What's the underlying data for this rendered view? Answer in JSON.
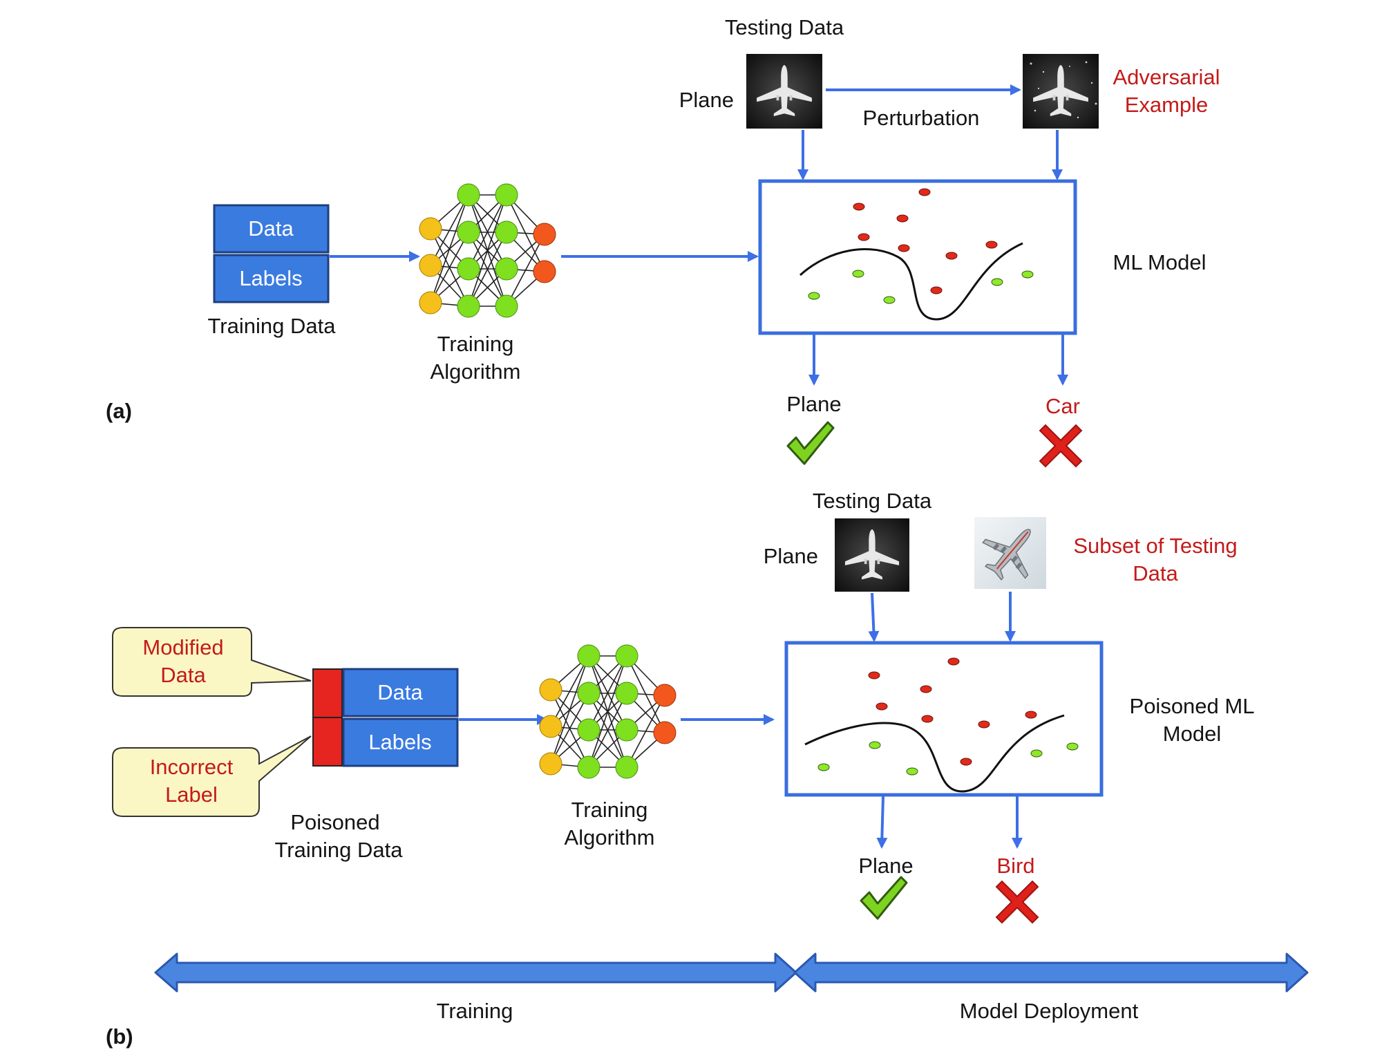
{
  "colors": {
    "arrow": "#3d6fe6",
    "box_fill": "#3a7be0",
    "model_border": "#3a6ee0",
    "red_text": "#c41a1a",
    "node_input": "#f5c01a",
    "node_hidden": "#7ee01e",
    "node_output": "#f2581e",
    "point_red": "#e02a1a",
    "point_green": "#8fe82a",
    "callout_fill": "#fbf7c4",
    "poison_fill": "#e62420",
    "check_green": "#7ed321",
    "cross_red": "#e0201a",
    "timeline_arrow": "#4a86e0"
  },
  "panel_a": {
    "tag": "(a)",
    "testing_data_label": "Testing Data",
    "plane_input_label": "Plane",
    "perturbation_label": "Perturbation",
    "adversarial_label_line1": "Adversarial",
    "adversarial_label_line2": "Example",
    "data_box_label": "Data",
    "labels_box_label": "Labels",
    "training_data_label": "Training Data",
    "training_algorithm_line1": "Training",
    "training_algorithm_line2": "Algorithm",
    "model_label": "ML Model",
    "output_correct": "Plane",
    "output_wrong": "Car"
  },
  "panel_b": {
    "tag": "(b)",
    "testing_data_label": "Testing Data",
    "plane_input_label": "Plane",
    "subset_label_line1": "Subset of Testing",
    "subset_label_line2": "Data",
    "modified_callout_line1": "Modified",
    "modified_callout_line2": "Data",
    "incorrect_callout_line1": "Incorrect",
    "incorrect_callout_line2": "Label",
    "data_box_label": "Data",
    "labels_box_label": "Labels",
    "poisoned_training_line1": "Poisoned",
    "poisoned_training_line2": "Training Data",
    "training_algorithm_line1": "Training",
    "training_algorithm_line2": "Algorithm",
    "model_label_line1": "Poisoned ML",
    "model_label_line2": "Model",
    "output_correct": "Plane",
    "output_wrong": "Bird"
  },
  "timeline": {
    "training_label": "Training",
    "deployment_label": "Model Deployment"
  },
  "icons": [
    "plane-image-icon",
    "noisy-plane-image-icon",
    "airliner-image-icon",
    "checkmark-icon",
    "cross-icon",
    "neural-network-icon"
  ]
}
